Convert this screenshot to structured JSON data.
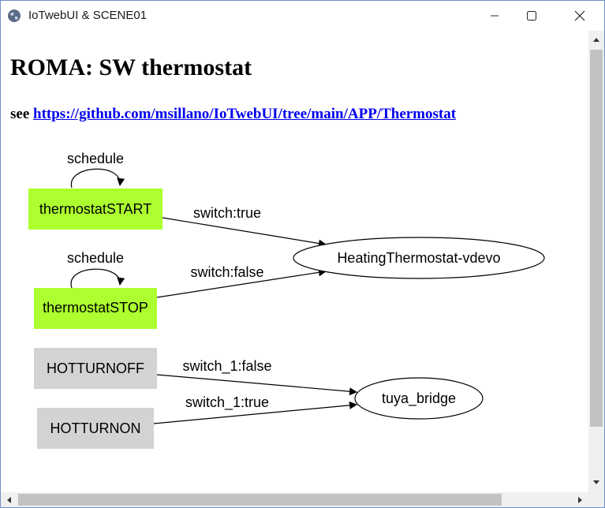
{
  "window": {
    "title": "IoTwebUI & SCENE01",
    "icons": {
      "app": "globe-icon",
      "minimize": "minimize-icon",
      "maximize": "maximize-icon",
      "close": "close-icon"
    }
  },
  "page": {
    "heading": "ROMA: SW thermostat",
    "see_label": "see",
    "link_text": "https://github.com/msillano/IoTwebUI/tree/main/APP/Thermostat",
    "link_color": "#0000ee"
  },
  "graph": {
    "nodes": {
      "thermostat_start": {
        "label": "thermostatSTART",
        "fill": "#adff2f"
      },
      "thermostat_stop": {
        "label": "thermostatSTOP",
        "fill": "#adff2f"
      },
      "hotturnoff": {
        "label": "HOTTURNOFF",
        "fill": "#d3d3d3"
      },
      "hotturnon": {
        "label": "HOTTURNON",
        "fill": "#d3d3d3"
      },
      "heating_vdevo": {
        "label": "HeatingThermostat-vdevo"
      },
      "tuya_bridge": {
        "label": "tuya_bridge"
      }
    },
    "edges": {
      "start_self": "schedule",
      "stop_self": "schedule",
      "start_to_heating": "switch:true",
      "stop_to_heating": "switch:false",
      "off_to_tuya": "switch_1:false",
      "on_to_tuya": "switch_1:true"
    }
  }
}
